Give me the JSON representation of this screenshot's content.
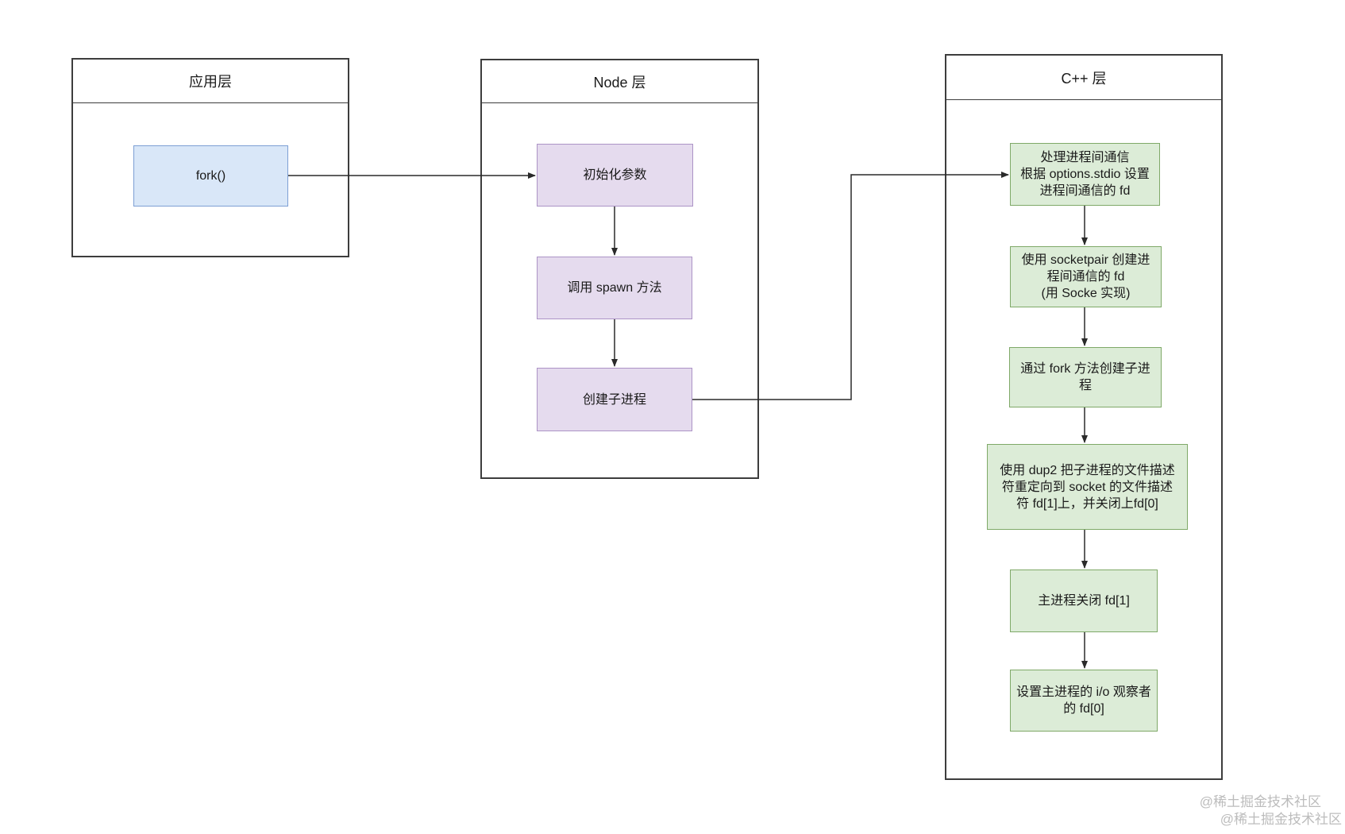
{
  "diagram": {
    "columns": {
      "app": {
        "title": "应用层"
      },
      "node": {
        "title": "Node 层"
      },
      "cpp": {
        "title": "C++ 层"
      }
    },
    "nodes": {
      "fork": {
        "lines": [
          "fork()"
        ]
      },
      "init": {
        "lines": [
          "初始化参数"
        ]
      },
      "spawn": {
        "lines": [
          "调用 spawn 方法"
        ]
      },
      "create": {
        "lines": [
          "创建子进程"
        ]
      },
      "ipc": {
        "lines": [
          "处理进程间通信",
          "根据 options.stdio 设置",
          "进程间通信的 fd"
        ]
      },
      "socketpair": {
        "lines": [
          "使用 socketpair 创建进",
          "程间通信的 fd",
          "(用 Socke 实现)"
        ]
      },
      "fork_c": {
        "lines": [
          "通过 fork 方法创建子进",
          "程"
        ]
      },
      "dup2": {
        "lines": [
          "使用 dup2 把子进程的文件描述",
          "符重定向到 socket 的文件描述",
          "符 fd[1]上，并关闭上fd[0]"
        ]
      },
      "close_fd": {
        "lines": [
          "主进程关闭 fd[1]"
        ]
      },
      "io_watcher": {
        "lines": [
          "设置主进程的 i/o 观察者",
          "的 fd[0]"
        ]
      }
    },
    "watermark": {
      "line1": "@稀土掘金技术社区",
      "line2": "@稀土掘金技术社区"
    },
    "colors": {
      "frame": "#3d3d3d",
      "arrow": "#2a2a2a",
      "text": "#1a1a1a",
      "blue-fill": "#d9e7f8",
      "blue-border": "#7d9fd4",
      "purple-fill": "#e5dbee",
      "purple-border": "#ac93c6",
      "green-fill": "#dcecd7",
      "green-border": "#7fa968",
      "watermark": "#bcbcbc"
    }
  }
}
